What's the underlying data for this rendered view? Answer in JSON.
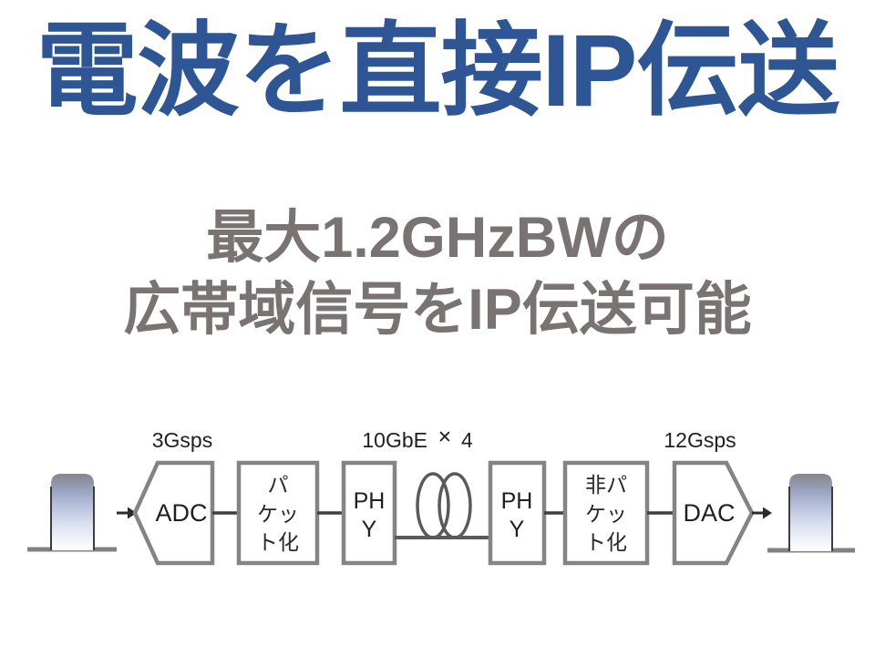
{
  "slide": {
    "title": "電波を直接IP伝送",
    "subtitle": {
      "line1": "最大1.2GHzBWの",
      "line2": "広帯域信号をIP伝送可能"
    }
  },
  "diagram": {
    "labels": {
      "adc_rate": "3Gsps",
      "link_prefix": "10GbE",
      "link_times": "✕",
      "link_count": "4",
      "dac_rate": "12Gsps"
    },
    "adc_block": "ADC",
    "packetize_block": {
      "line1": "パ",
      "line2": "ケッ",
      "line3": "ト化"
    },
    "phy_block_1": {
      "line1": "PH",
      "line2": "Y"
    },
    "phy_block_2": {
      "line1": "PH",
      "line2": "Y"
    },
    "depacketize_block": {
      "line1": "非パ",
      "line2": "ケッ",
      "line3": "ト化"
    },
    "dac_block": "DAC"
  },
  "colors": {
    "title_blue": "#2e5594",
    "subtitle_gray": "#797373",
    "shape_outline": "#848484",
    "connector_dark": "#3f3f3f",
    "fiber_gray": "#5a5a5a",
    "pulse_top": "#85858c",
    "pulse_mid": "#b7c1dd",
    "pulse_bottom": "#ffffff"
  }
}
